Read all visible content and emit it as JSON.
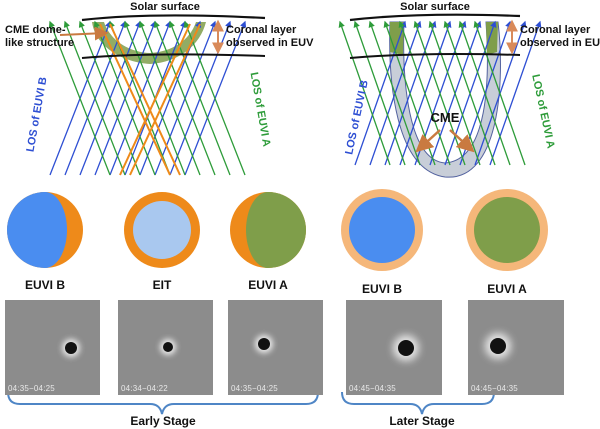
{
  "left_panel": {
    "solar_surface": "Solar surface",
    "cme_label": "CME dome-\nlike structure",
    "coronal_label": "Coronal layer\nobserved in EUV",
    "los_b": "LOS of EUVI B",
    "los_a": "LOS of EUVI A"
  },
  "right_panel": {
    "solar_surface": "Solar surface",
    "coronal_label": "Coronal layer\nobserved in EUV",
    "cme_label": "CME",
    "los_b": "LOS of EUVI B",
    "los_a": "LOS of EUVI A"
  },
  "disks": [
    {
      "label": "EUVI B"
    },
    {
      "label": "EIT"
    },
    {
      "label": "EUVI A"
    },
    {
      "label": "EUVI B"
    },
    {
      "label": "EUVI A"
    }
  ],
  "frames": [
    {
      "timestamp": "04:35−04:25"
    },
    {
      "timestamp": "04:34−04:22"
    },
    {
      "timestamp": "04:35−04:25"
    },
    {
      "timestamp": "04:45−04:35"
    },
    {
      "timestamp": "04:45−04:35"
    }
  ],
  "stages": {
    "early": "Early Stage",
    "later": "Later Stage"
  },
  "colors": {
    "euvi_b": "#4a8df0",
    "euvi_a": "#7f9e4a",
    "eit": "#a9c8ef",
    "cme_orange": "#ee8a1a",
    "cme_halo": "#f5b77a",
    "los_blue": "#2e4fd3",
    "los_green": "#2e9c3a",
    "bracket": "#4f86c6",
    "coronal_arrow": "#d98a5a"
  }
}
